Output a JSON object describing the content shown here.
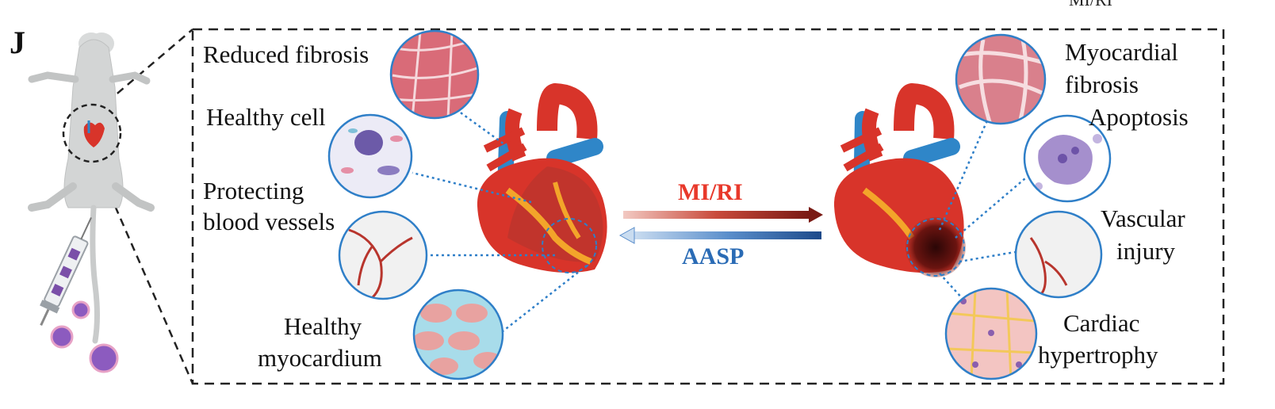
{
  "panel_letter": "J",
  "cut_label": "MI/RI",
  "center": {
    "mi_ri": "MI/RI",
    "aasp": "AASP"
  },
  "left_labels": {
    "reduced_fibrosis": "Reduced fibrosis",
    "healthy_cell": "Healthy cell",
    "protecting_1": "Protecting",
    "protecting_2": "blood vessels",
    "healthy_myo_1": "Healthy",
    "healthy_myo_2": "myocardium"
  },
  "right_labels": {
    "myocardial_1": "Myocardial",
    "myocardial_2": "fibrosis",
    "apoptosis": "Apoptosis",
    "vascular_1": "Vascular",
    "vascular_2": "injury",
    "cardiac_1": "Cardiac",
    "cardiac_2": "hypertrophy"
  },
  "colors": {
    "mi_ri": "#e8392b",
    "aasp": "#2a6bb5",
    "dashed_box": "#222222",
    "circle_border": "#2f7fc8",
    "dotted_arrow": "#2f7fc8",
    "heart_red": "#d8342a",
    "artery_blue": "#2f86c8"
  }
}
